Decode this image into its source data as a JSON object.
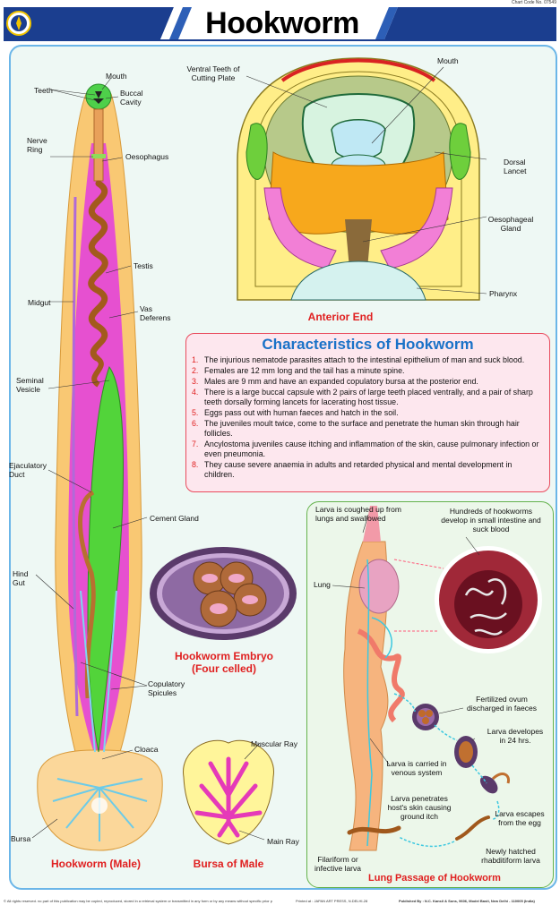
{
  "header": {
    "chart_code": "Chart Code No. 07549",
    "title": "Hookworm",
    "logo_icon": "publisher-logo-icon"
  },
  "male": {
    "caption": "Hookworm (Male)",
    "labels": {
      "mouth": "Mouth",
      "teeth": "Teeth",
      "buccal": "Buccal Cavity",
      "nerve_ring": "Nerve Ring",
      "oesophagus": "Oesophagus",
      "testis": "Testis",
      "midgut": "Midgut",
      "vas_deferens": "Vas Deferens",
      "seminal_vesicle": "Seminal Vesicle",
      "ejaculatory_duct": "Ejaculatory Duct",
      "cement_gland": "Cement Gland",
      "hind_gut": "Hind Gut",
      "copulatory_spicules": "Copulatory Spicules",
      "cloaca": "Cloaca",
      "bursa": "Bursa"
    }
  },
  "anterior": {
    "caption": "Anterior End",
    "labels": {
      "ventral_teeth": "Ventral Teeth of Cutting Plate",
      "mouth": "Mouth",
      "dorsal_lancet": "Dorsal Lancet",
      "oesophageal_gland": "Oesophageal Gland",
      "pharynx": "Pharynx"
    }
  },
  "characteristics": {
    "title": "Characteristics of Hookworm",
    "items": [
      {
        "num": "1.",
        "text": "The injurious nematode parasites attach to the intestinal epithelium of  man and suck blood."
      },
      {
        "num": "2.",
        "text": "Females are 12 mm long and the tail has a minute spine."
      },
      {
        "num": "3.",
        "text": "Males are 9 mm and have an expanded copulatory bursa at the posterior end."
      },
      {
        "num": "4.",
        "text": "There is a large buccal capsule with 2 pairs of large teeth placed ventrally, and a pair of sharp teeth dorsally forming lancets for lacerating host tissue."
      },
      {
        "num": "5.",
        "text": "Eggs pass out with human faeces and hatch in the soil."
      },
      {
        "num": "6.",
        "text": "The juveniles moult twice, come to the surface and penetrate the human skin through hair follicles."
      },
      {
        "num": "7.",
        "text": "Ancylostoma juveniles cause itching and inflammation of the skin, cause pulmonary infection or even pneumonia."
      },
      {
        "num": "8.",
        "text": "They cause severe anaemia in adults and retarded physical and mental development in children."
      }
    ]
  },
  "embryo": {
    "caption_line1": "Hookworm Embryo",
    "caption_line2": "(Four celled)"
  },
  "bursa_of_male": {
    "caption": "Bursa of Male",
    "labels": {
      "muscular_ray": "Muscular Ray",
      "main_ray": "Main Ray"
    }
  },
  "lifecycle": {
    "caption": "Lung Passage of Hookworm",
    "labels": {
      "coughed": "Larva is coughed up from lungs and swallowed",
      "hundreds": "Hundreds of hookworms develop  in small intestine and suck blood",
      "lung": "Lung",
      "fertilized": "Fertilized ovum discharged in faeces",
      "develops": "Larva developes in 24 hrs.",
      "venous": "Larva is carried in venous system",
      "penetrates": "Larva penetrates host's skin causing ground itch",
      "escapes": "Larva escapes from the egg",
      "filariform": "Filariform or infective larva",
      "rhabditiform": "Newly hatched rhabditiform larva"
    }
  },
  "footer": {
    "rights": "© All rights reserved. no part of this publication may be copied, reproduced, stored in a retrieval system or transmitted in any form or by any means without specific prior permission of the publisher.",
    "printed": "Printed at : JAPAN ART PRESS, N.DELHI-28",
    "published": "Published By : N.C. Kansil & Sons, 9606, Model Basti, New Delhi - 110005 (India)"
  },
  "colors": {
    "title_accent": "#1a72c8",
    "caption_red": "#e02020",
    "panel_border": "#6bb6e8"
  }
}
